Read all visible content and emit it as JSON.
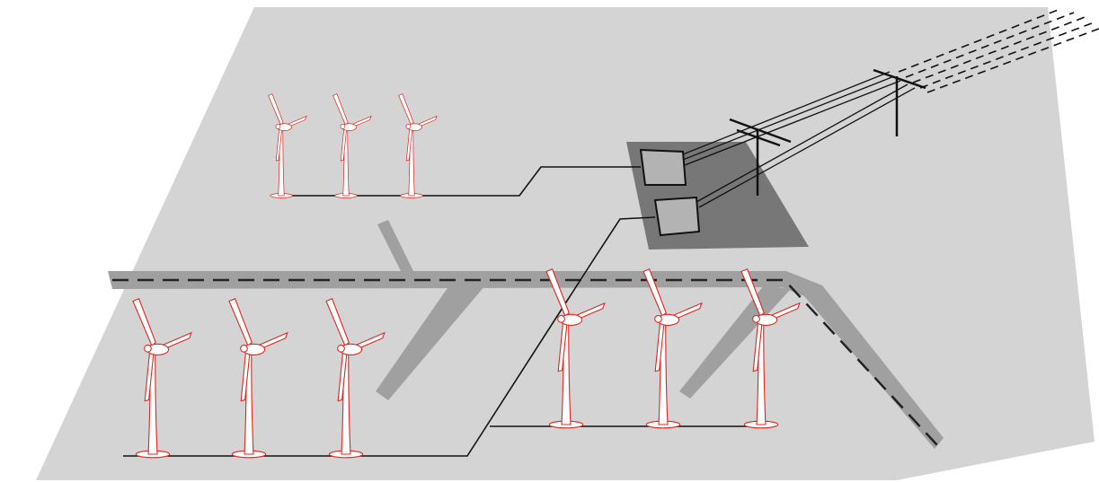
{
  "diagram": {
    "colors": {
      "background": "#ffffff",
      "ground": "#d4d4d4",
      "substation_pad": "#777777",
      "transformer": "#b3b3b3",
      "road": "#a0a0a0",
      "turbine_outline": "#e0261f",
      "turbine_fill": "#ffffff",
      "cable": "#111111"
    },
    "elements": {
      "turbines_back_row": 3,
      "turbines_front_left_row": 3,
      "turbines_front_right_row": 3,
      "transformers": 2,
      "transmission_towers": 2
    }
  }
}
